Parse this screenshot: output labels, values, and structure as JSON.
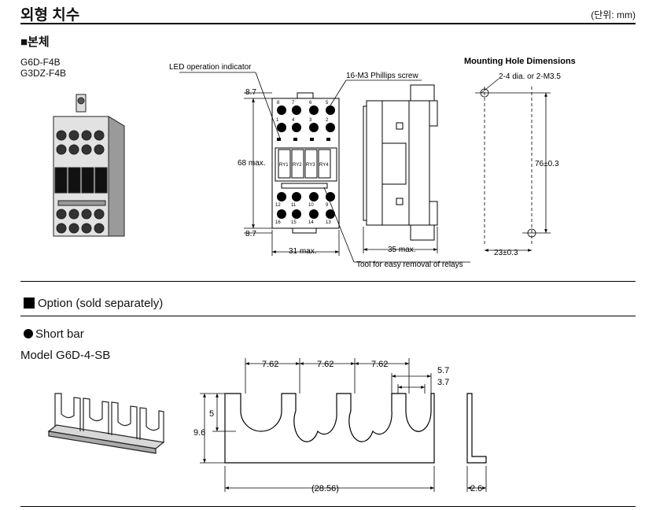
{
  "header": {
    "title": "외형 치수",
    "unit": "(단위: mm)"
  },
  "main_section": {
    "label": "■본체",
    "models": [
      "G6D-F4B",
      "G3DZ-F4B"
    ],
    "callouts": {
      "led": "LED operation indicator",
      "screw": "16-M3 Phillips screw",
      "tool": "Tool for easy removal of relays"
    },
    "dims": {
      "top_offset": "8.7",
      "height": "68 max.",
      "bottom_offset": "8.7",
      "width": "31 max.",
      "depth": "35 max."
    },
    "relay_labels": [
      "RY1",
      "RY2",
      "RY3",
      "RY4"
    ],
    "terminals_top": [
      "8",
      "7",
      "6",
      "5",
      "1",
      "4",
      "3",
      "2"
    ],
    "terminals_bottom": [
      "12",
      "11",
      "10",
      "9",
      "16",
      "15",
      "14",
      "13"
    ],
    "mounting": {
      "title": "Mounting Hole Dimensions",
      "hole": "2-4 dia. or 2-M3.5",
      "pitch": "76±0.3",
      "offset": "23±0.3"
    }
  },
  "option_section": {
    "label": "Option (sold separately)",
    "item": "Short bar",
    "model": "Model G6D-4-SB",
    "dims": {
      "pitch1": "7.62",
      "pitch2": "7.62",
      "pitch3": "7.62",
      "outer": "5.7",
      "inner": "3.7",
      "slot_depth": "5",
      "height": "9.6",
      "length": "(28.56)",
      "thickness": "2.6"
    }
  }
}
